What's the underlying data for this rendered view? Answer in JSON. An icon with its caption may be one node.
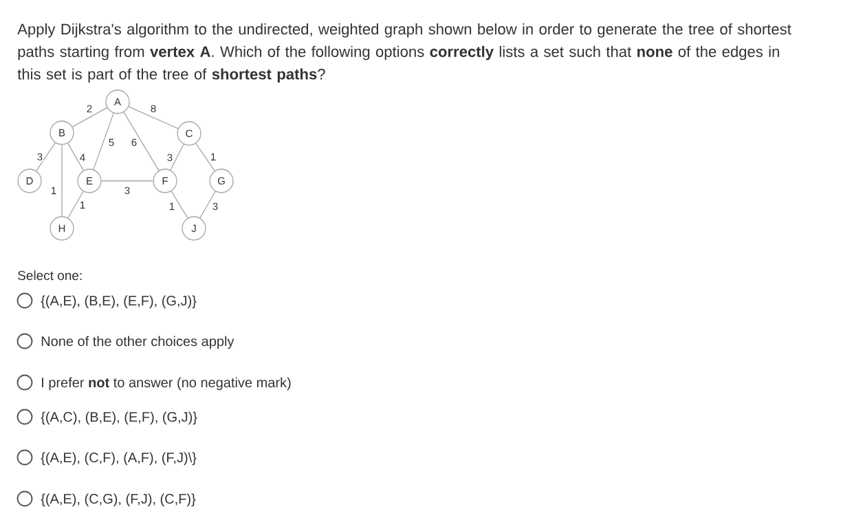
{
  "diagram": {
    "nodes": [
      {
        "text": [
          "A"
        ]
      },
      {
        "text": [
          "B"
        ]
      },
      {
        "text": [
          "C"
        ]
      },
      {
        "text": [
          "D"
        ]
      },
      {
        "text": [
          "E"
        ]
      },
      {
        "text": [
          "F"
        ]
      },
      {
        "text": [
          "G"
        ]
      },
      {
        "text": [
          "H"
        ]
      },
      {
        "text": [
          "J"
        ]
      }
    ],
    "edges": [
      {
        "from": 0,
        "to": 1,
        "arrow": "none",
        "label": "2"
      },
      {
        "from": 0,
        "to": 2,
        "arrow": "none",
        "label": "8"
      },
      {
        "from": 0,
        "to": 4,
        "arrow": "none",
        "label": "5"
      },
      {
        "from": 0,
        "to": 5,
        "arrow": "none",
        "label": "6"
      },
      {
        "from": 1,
        "to": 3,
        "arrow": "none",
        "label": "3"
      },
      {
        "from": 1,
        "to": 4,
        "arrow": "none",
        "label": "4"
      },
      {
        "from": 1,
        "to": 7,
        "arrow": "none",
        "label": "1"
      },
      {
        "from": 2,
        "to": 5,
        "arrow": "none",
        "label": "3"
      },
      {
        "from": 2,
        "to": 6,
        "arrow": "none",
        "label": "1"
      },
      {
        "from": 4,
        "to": 5,
        "arrow": "none",
        "label": "3"
      },
      {
        "from": 4,
        "to": 7,
        "arrow": "none",
        "label": "1"
      },
      {
        "from": 5,
        "to": 8,
        "arrow": "none",
        "label": "1"
      },
      {
        "from": 6,
        "to": 8,
        "arrow": "none",
        "label": "3"
      }
    ],
    "labels": [
      "Apply Dijkstra's algorithm to the undirected, weighted graph shown below in order to generate the tree of shortest paths starting from **vertex A**. Which of the following options **correctly** lists a set such that **none** of the edges in this set is part of the tree of **shortest paths**?",
      "Select one:",
      "{(A,E), (B,E), (E,F), (G,J)}",
      "None of the other choices apply",
      "I prefer **not** to answer (no negative mark)",
      "{(A,C), (B,E), (E,F), (G,J)}",
      "{(A,E), (C,F), (A,F), (F,J)\\}",
      "{(A,E), (C,G), (F,J), (C,F)}"
    ]
  }
}
